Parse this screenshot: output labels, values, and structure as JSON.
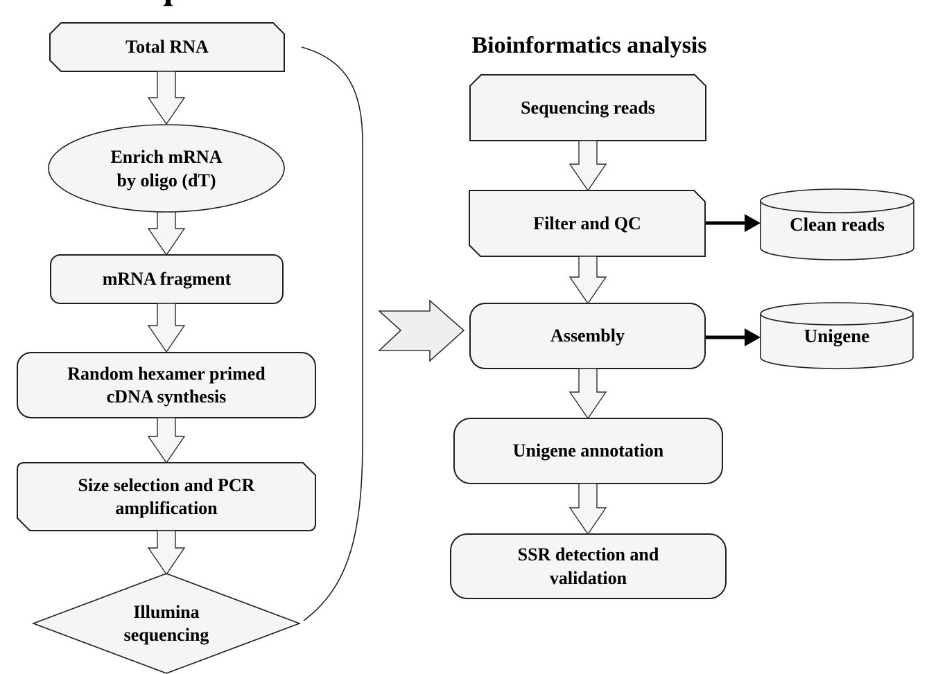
{
  "titles": {
    "right": "Bioinformatics analysis"
  },
  "nodes": {
    "total_rna": {
      "label": "Total RNA",
      "shape": "snip-rectangle"
    },
    "enrich_mrna": {
      "label": "Enrich mRNA\nby oligo (dT)",
      "shape": "ellipse"
    },
    "mrna_fragment": {
      "label": "mRNA fragment",
      "shape": "rounded-rectangle"
    },
    "random_hexamer": {
      "label": "Random hexamer primed\ncDNA synthesis",
      "shape": "rounded-rectangle"
    },
    "size_selection": {
      "label": "Size selection and PCR\namplification",
      "shape": "snip-rectangle"
    },
    "illumina_sequencing": {
      "label": "Illumina\nsequencing",
      "shape": "diamond"
    },
    "sequencing_reads": {
      "label": "Sequencing reads",
      "shape": "snip-rectangle"
    },
    "filter_qc": {
      "label": "Filter and QC",
      "shape": "snip-rectangle"
    },
    "assembly": {
      "label": "Assembly",
      "shape": "rounded-rectangle"
    },
    "unigene_annotation": {
      "label": "Unigene annotation",
      "shape": "rounded-rectangle"
    },
    "ssr_detection": {
      "label": "SSR detection and\nvalidation",
      "shape": "rounded-rectangle"
    },
    "clean_reads": {
      "label": "Clean reads",
      "shape": "cylinder"
    },
    "unigene": {
      "label": "Unigene",
      "shape": "cylinder"
    }
  },
  "edges": [
    {
      "from": "total_rna",
      "to": "enrich_mrna",
      "style": "hollow-down-arrow"
    },
    {
      "from": "enrich_mrna",
      "to": "mrna_fragment",
      "style": "hollow-down-arrow"
    },
    {
      "from": "mrna_fragment",
      "to": "random_hexamer",
      "style": "hollow-down-arrow"
    },
    {
      "from": "random_hexamer",
      "to": "size_selection",
      "style": "hollow-down-arrow"
    },
    {
      "from": "size_selection",
      "to": "illumina_sequencing",
      "style": "hollow-down-arrow"
    },
    {
      "from": "total_rna",
      "to": "illumina_sequencing",
      "style": "curved-line"
    },
    {
      "from": "sample-preparation-column",
      "to": "assembly",
      "style": "big-hollow-right-arrow"
    },
    {
      "from": "sequencing_reads",
      "to": "filter_qc",
      "style": "hollow-down-arrow"
    },
    {
      "from": "filter_qc",
      "to": "assembly",
      "style": "hollow-down-arrow"
    },
    {
      "from": "filter_qc",
      "to": "clean_reads",
      "style": "solid-black-arrow"
    },
    {
      "from": "assembly",
      "to": "unigene",
      "style": "solid-black-arrow"
    },
    {
      "from": "assembly",
      "to": "unigene_annotation",
      "style": "hollow-down-arrow"
    },
    {
      "from": "unigene_annotation",
      "to": "ssr_detection",
      "style": "hollow-down-arrow"
    }
  ],
  "colors": {
    "background": "#ffffff",
    "node_fill": "#f5f5f5",
    "node_stroke": "#1f1f1f",
    "arrow_fill": "#f6f6f6",
    "arrow_stroke": "#2e2e2e",
    "connector": "#000000",
    "text": "#000000"
  }
}
